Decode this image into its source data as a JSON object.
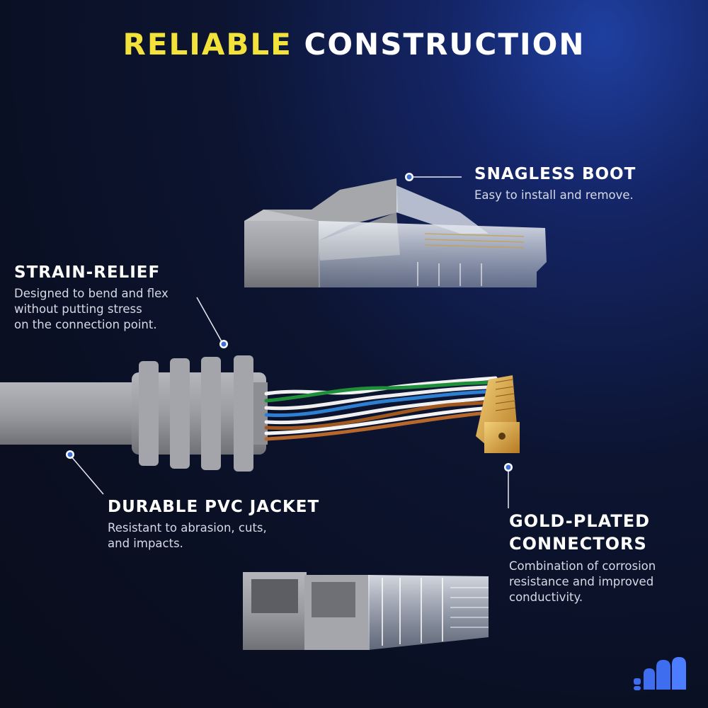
{
  "title": {
    "accent": "RELIABLE",
    "rest": "CONSTRUCTION"
  },
  "callouts": {
    "snagless": {
      "heading": "SNAGLESS BOOT",
      "text": "Easy to install and remove."
    },
    "strain_relief": {
      "heading": "STRAIN-RELIEF",
      "text": "Designed to bend and flex\nwithout putting stress\non the connection point."
    },
    "pvc_jacket": {
      "heading": "DURABLE PVC JACKET",
      "text": "Resistant to abrasion, cuts,\nand impacts."
    },
    "gold_plated": {
      "heading": "GOLD-PLATED\nCONNECTORS",
      "text": "Combination of corrosion\nresistance and improved\nconductivity."
    }
  },
  "colors": {
    "accent": "#f2e23a",
    "marker": "#3b6fd8",
    "cable_gray": "#9a9ca1",
    "gold": "#d9a441",
    "logo": "#3f6df0"
  },
  "icons": [
    "callout-dot-icon",
    "brand-logo-icon"
  ]
}
